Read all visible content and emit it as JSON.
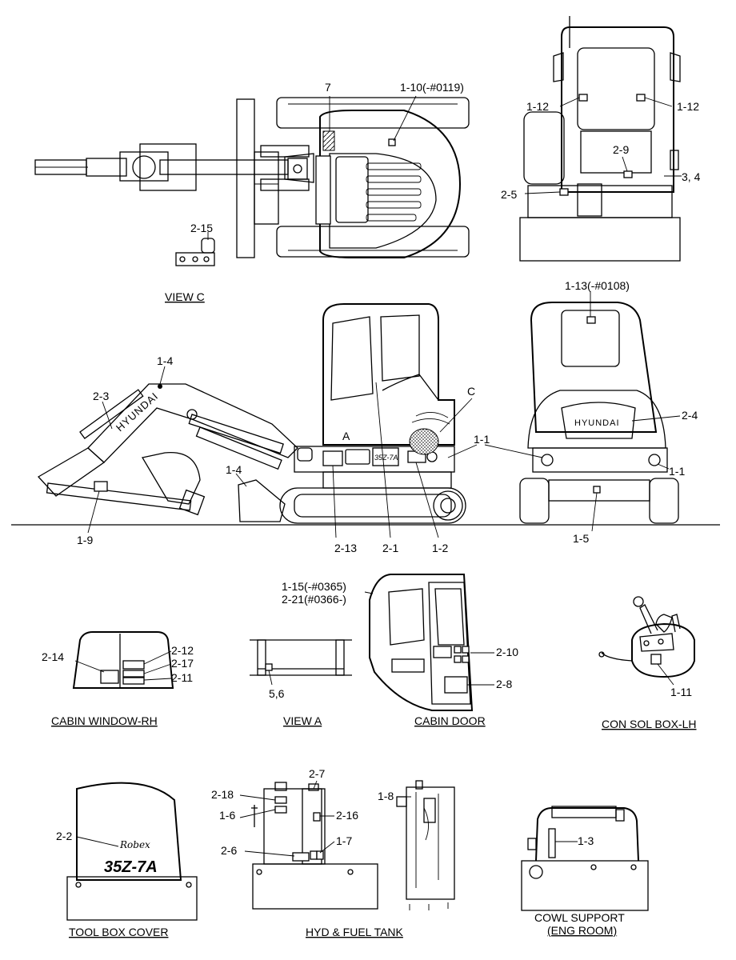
{
  "colors": {
    "line": "#000000",
    "background": "#ffffff"
  },
  "brand": {
    "hyundai_boom": "HYUNDAI",
    "hyundai_rear": "HYUNDAI",
    "model_mark": "35Z-7A",
    "robex_script": "Robex"
  },
  "inline": {
    "view_a_marker": "A",
    "view_c_marker": "C"
  },
  "captions": {
    "view_c": "VIEW C",
    "cabin_window_rh": "CABIN WINDOW-RH",
    "view_a": "VIEW A",
    "cabin_door": "CABIN DOOR",
    "con_sol_box_lh": "CON SOL BOX-LH",
    "tool_box_cover": "TOOL BOX COVER",
    "hyd_fuel_tank": "HYD & FUEL TANK",
    "cowl_support_1": "COWL SUPPORT",
    "cowl_support_2": "(ENG ROOM)"
  },
  "callouts": {
    "top_view": {
      "c7": "7",
      "c1_10": "1-10(-#0119)",
      "c2_15": "2-15"
    },
    "front_view": {
      "c1_12_left": "1-12",
      "c1_12_right": "1-12",
      "c2_9": "2-9",
      "c3_4": "3, 4",
      "c2_5": "2-5"
    },
    "side_view": {
      "c1_4_top": "1-4",
      "c2_3": "2-3",
      "c1_4_bucket": "1-4",
      "c1_9": "1-9",
      "c1_1": "1-1",
      "c2_13": "2-13",
      "c2_1": "2-1",
      "c1_2": "1-2"
    },
    "rear_view": {
      "c1_13": "1-13(-#0108)",
      "c2_4": "2-4",
      "c1_1": "1-1",
      "c1_5": "1-5"
    },
    "cabin_window": {
      "c2_14": "2-14",
      "c2_12": "2-12",
      "c2_17": "2-17",
      "c2_11": "2-11"
    },
    "view_a": {
      "c5_6": "5,6"
    },
    "cabin_door": {
      "c1_15": "1-15(-#0365)",
      "c2_21": "2-21(#0366-)",
      "c2_10": "2-10",
      "c2_8": "2-8"
    },
    "console": {
      "c1_11": "1-11"
    },
    "tool_box": {
      "c2_2": "2-2"
    },
    "hyd_tank": {
      "c2_18": "2-18",
      "c2_7": "2-7",
      "c1_6": "1-6",
      "c2_16": "2-16",
      "c2_6": "2-6",
      "c1_7": "1-7",
      "c1_8": "1-8"
    },
    "cowl": {
      "c1_3": "1-3"
    }
  }
}
